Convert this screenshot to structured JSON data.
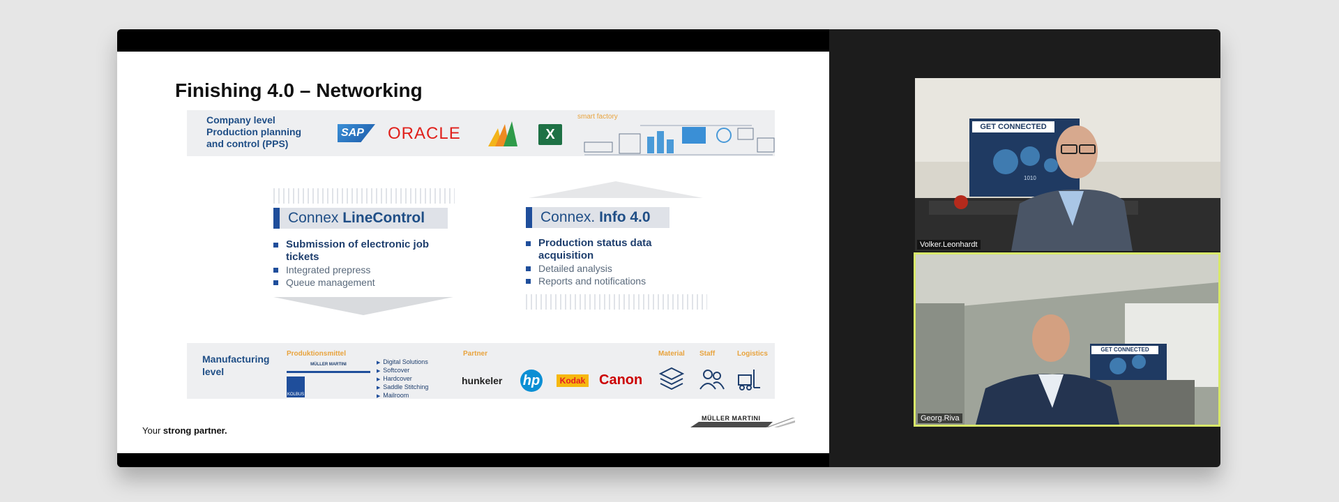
{
  "slide": {
    "title": "Finishing 4.0 – Networking",
    "company_level": "Company level\nProduction planning and control (PPS)",
    "company_lines": [
      "Company level",
      "Production planning",
      "and control (PPS)"
    ],
    "logos_top": {
      "sap": "SAP",
      "oracle": "ORACLE",
      "excel": "X",
      "smart_factory": "smart factory"
    },
    "linecontrol": {
      "title_prefix": "Connex ",
      "title_bold": "LineControl",
      "bullets": [
        "Submission of electronic job tickets",
        "Integrated prepress",
        "Queue management"
      ]
    },
    "info": {
      "title_prefix": "Connex. ",
      "title_bold": "Info 4.0",
      "bullets": [
        "Production status data acquisition",
        "Detailed analysis",
        "Reports and notifications"
      ]
    },
    "manufacturing_level": "Manufacturing level",
    "categories": {
      "produktionsmittel": "Produktionsmittel",
      "partner": "Partner",
      "material": "Material",
      "staff": "Staff",
      "logistics": "Logistics"
    },
    "mm_mini": "MÜLLER MARTINI",
    "kolbus": "KOLBUS",
    "solutions": [
      "Digital Solutions",
      "Softcover",
      "Hardcover",
      "Saddle Stitching",
      "Mailroom"
    ],
    "partners": {
      "hunkeler": "hunkeler",
      "hp": "hp",
      "kodak": "Kodak",
      "canon": "Canon"
    },
    "tagline_prefix": "Your ",
    "tagline_bold": "strong partner.",
    "footer_logo": "MÜLLER MARTINI"
  },
  "participants": [
    {
      "name": "Volker.Leonhardt",
      "active_speaker": false
    },
    {
      "name": "Georg.Riva",
      "active_speaker": true
    }
  ],
  "video": {
    "banner_1": "GET CONNECTED",
    "banner_digits": "1010",
    "banner_2": "GET CONNECTED"
  },
  "colors": {
    "brand_blue": "#1f4e9b",
    "accent_orange": "#e8a33d",
    "active_speaker_border": "#d8e86a"
  }
}
